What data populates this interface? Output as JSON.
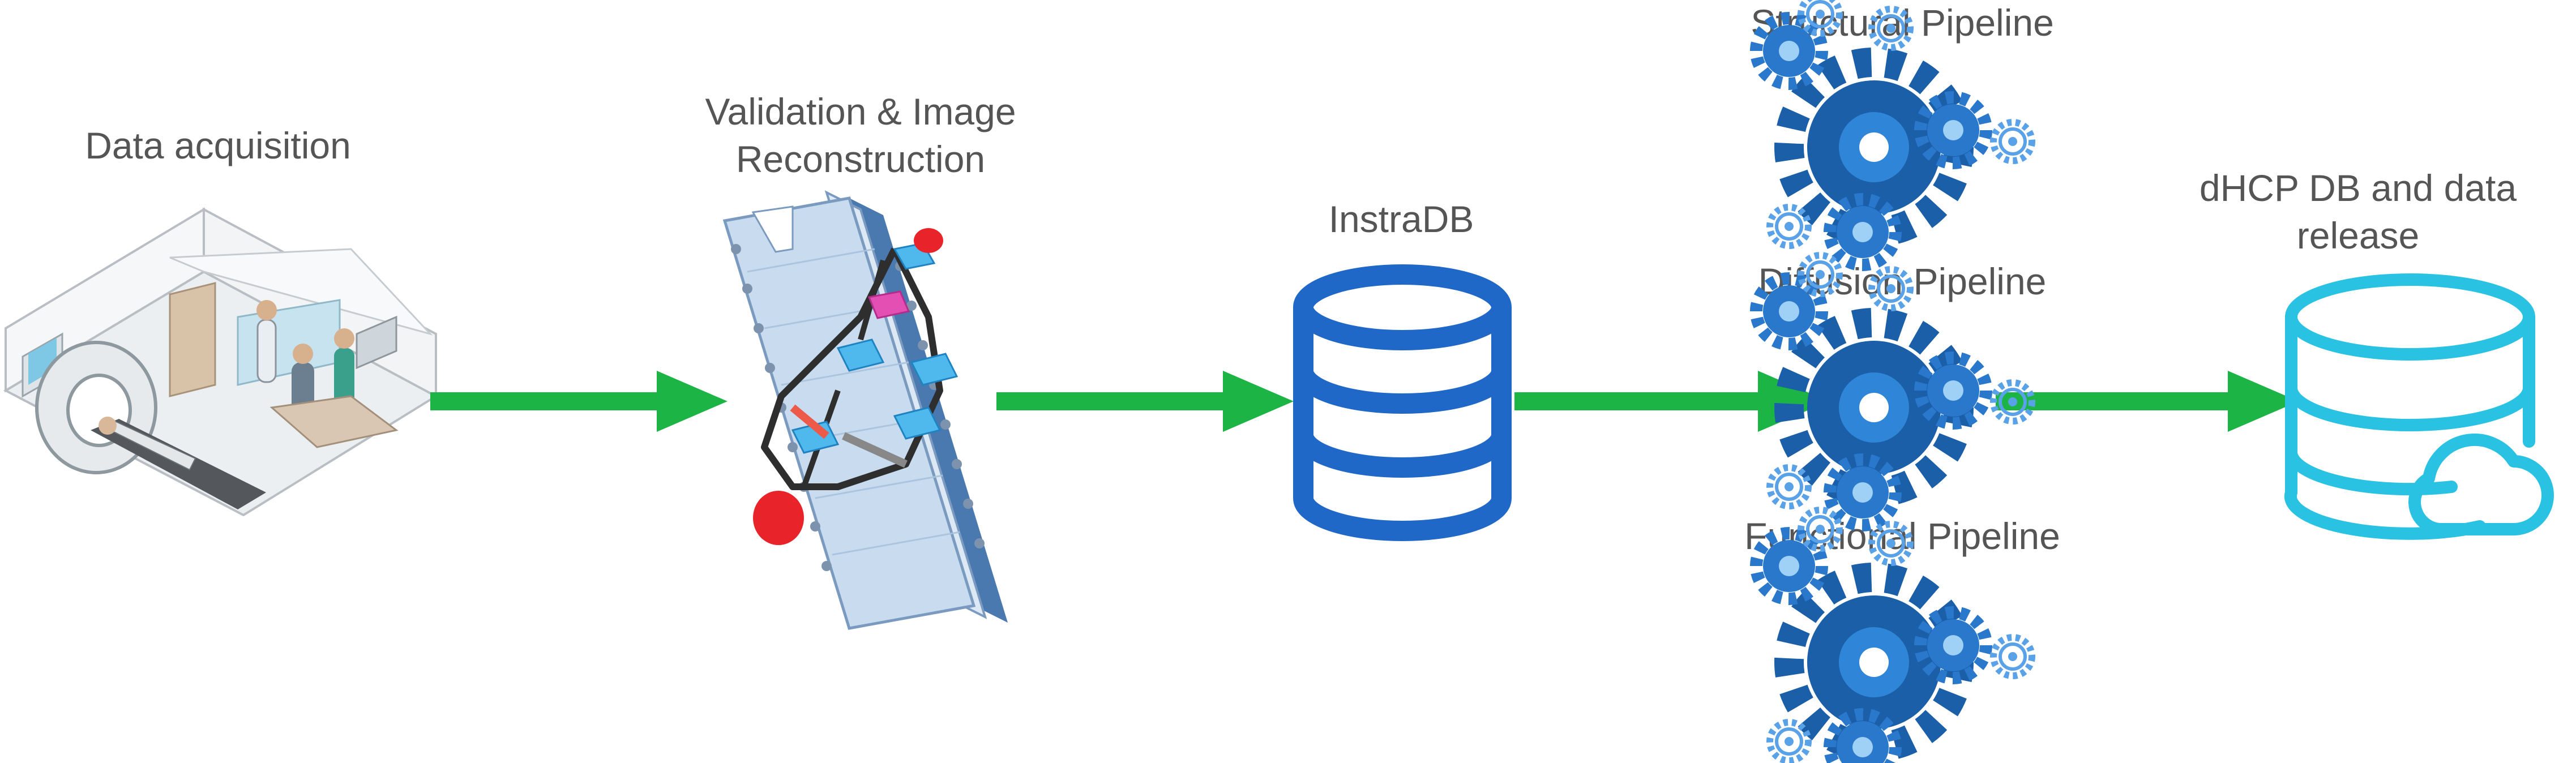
{
  "stages": {
    "acquisition": {
      "label": "Data acquisition"
    },
    "validation": {
      "line1": "Validation & Image",
      "line2": "Reconstruction"
    },
    "instradb": {
      "label": "InstraDB"
    },
    "structural": {
      "label": "Structural Pipeline"
    },
    "diffusion": {
      "label": "Diffusion Pipeline"
    },
    "functional": {
      "label": "Functional Pipeline"
    },
    "release": {
      "line1": "dHCP DB and data",
      "line2": "release"
    }
  },
  "colors": {
    "arrow": "#1db446",
    "database": "#1f68c8",
    "release_database": "#29c2e3",
    "gear": "#1a5fa8",
    "label_text": "#555555"
  },
  "icons": {
    "acquisition": "mri-room-icon",
    "validation": "workflow-document-icon",
    "instradb": "database-icon",
    "pipelines": "gears-icon",
    "release": "cloud-database-icon"
  }
}
